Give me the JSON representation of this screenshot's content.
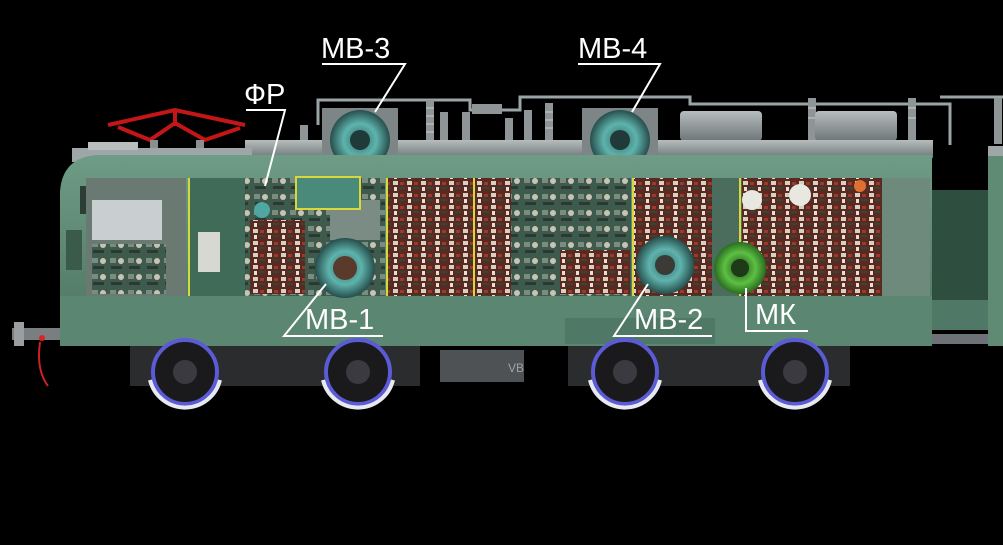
{
  "callouts": {
    "mv3": "МВ-3",
    "mv4": "МВ-4",
    "fr": "ФР",
    "mv1": "МВ-1",
    "mv2": "МВ-2",
    "mk": "МК"
  },
  "plate": {
    "text": "VB"
  },
  "colors": {
    "background": "#000000",
    "body_green": "#5f8a74",
    "body_green_dark": "#3f6352",
    "roof_gray": "#8c9496",
    "pantograph_red": "#c41616",
    "fan_teal": "#4fa6a2",
    "compressor_green": "#48a838",
    "highlight_yellow": "#d8d83a",
    "wheel_blue": "#5b5bd6"
  }
}
